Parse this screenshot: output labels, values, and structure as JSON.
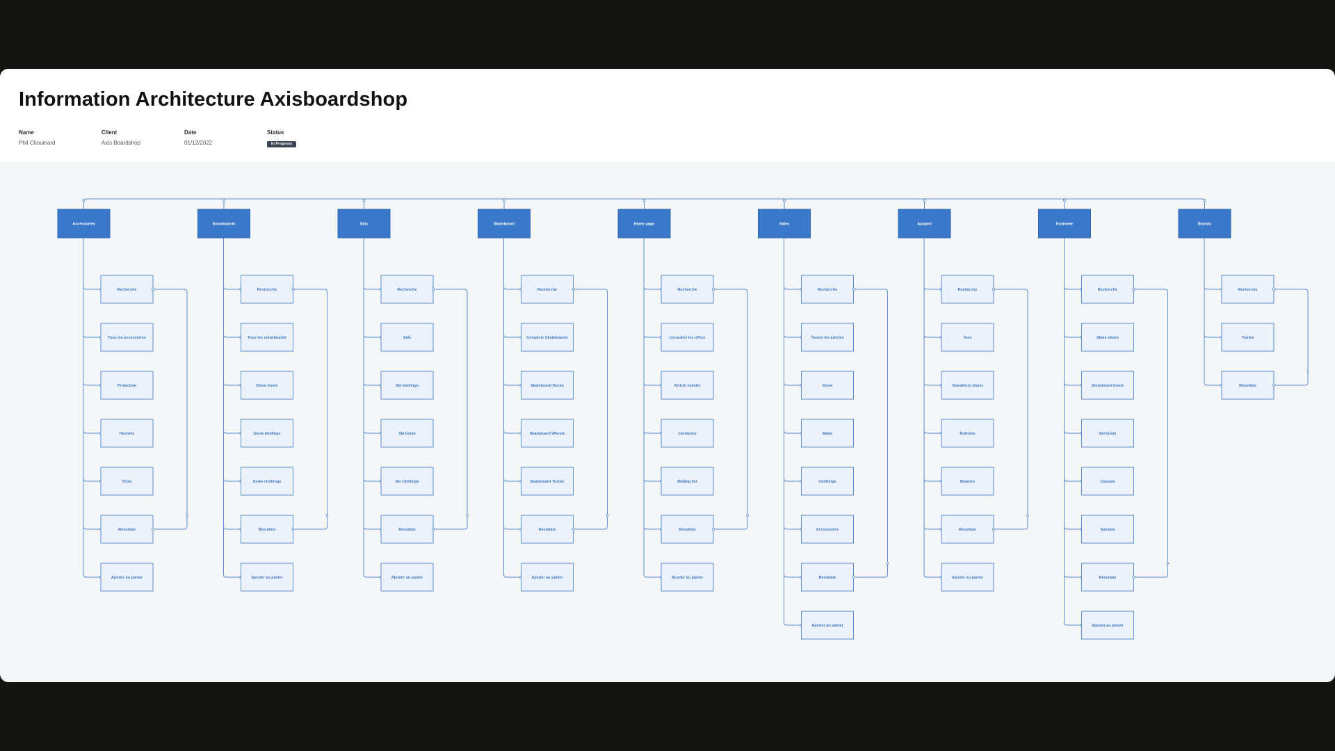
{
  "title": "Information Architecture Axisboardshop",
  "meta": {
    "name_label": "Name",
    "name_value": "Phil Chouinard",
    "client_label": "Client",
    "client_value": "Axis Boardshop",
    "date_label": "Date",
    "date_value": "01/12/2022",
    "status_label": "Status",
    "status_value": "In Progress"
  },
  "colors": {
    "parent_fill": "#3a78c9",
    "child_fill": "#ebf2fb",
    "line": "#5c8fd0"
  },
  "columns": [
    {
      "label": "Accessories",
      "children": [
        "Recherche",
        "Tous les accessoires",
        "Protection",
        "Helmets",
        "Tools",
        "Resultats",
        "Ajouter au panier"
      ]
    },
    {
      "label": "Snowboards",
      "children": [
        "Recherche",
        "Tous les snowboards",
        "Snow boots",
        "Snow bindings",
        "Snow clothings",
        "Resultats",
        "Ajouter au panier"
      ]
    },
    {
      "label": "Skis",
      "children": [
        "Recherche",
        "Skis",
        "Ski bindings",
        "Ski boots",
        "Ski clothings",
        "Resultats",
        "Ajouter au panier"
      ]
    },
    {
      "label": "Skateboard",
      "children": [
        "Recherche",
        "Complete Skateboards",
        "Skateboard Decks",
        "Skateboard Wheels",
        "Skateboard Trucks",
        "Resultats",
        "Ajouter au panier"
      ]
    },
    {
      "label": "Home page",
      "children": [
        "Recherche",
        "Consulter les offres",
        "Article vedette",
        "Contactez",
        "Mailing list",
        "Resultats",
        "Ajouter au panier"
      ]
    },
    {
      "label": "Sales",
      "children": [
        "Recherche",
        "Toutes les articles",
        "Snow",
        "Skate",
        "Clothings",
        "Accessoires",
        "Resultats",
        "Ajouter au panier"
      ]
    },
    {
      "label": "Apparel",
      "children": [
        "Recherche",
        "Tees",
        "Sweathers (tops)",
        "Bottoms",
        "Beanies",
        "Resultats",
        "Ajouter au panier"
      ]
    },
    {
      "label": "Footwear",
      "children": [
        "Recherche",
        "Skate shoes",
        "Snowboard boots",
        "Ski boots",
        "Casuals",
        "Sandals",
        "Resultats",
        "Ajouter au panier"
      ]
    },
    {
      "label": "Brands",
      "children": [
        "Recherche",
        "Toutes",
        "Resultats"
      ]
    }
  ]
}
